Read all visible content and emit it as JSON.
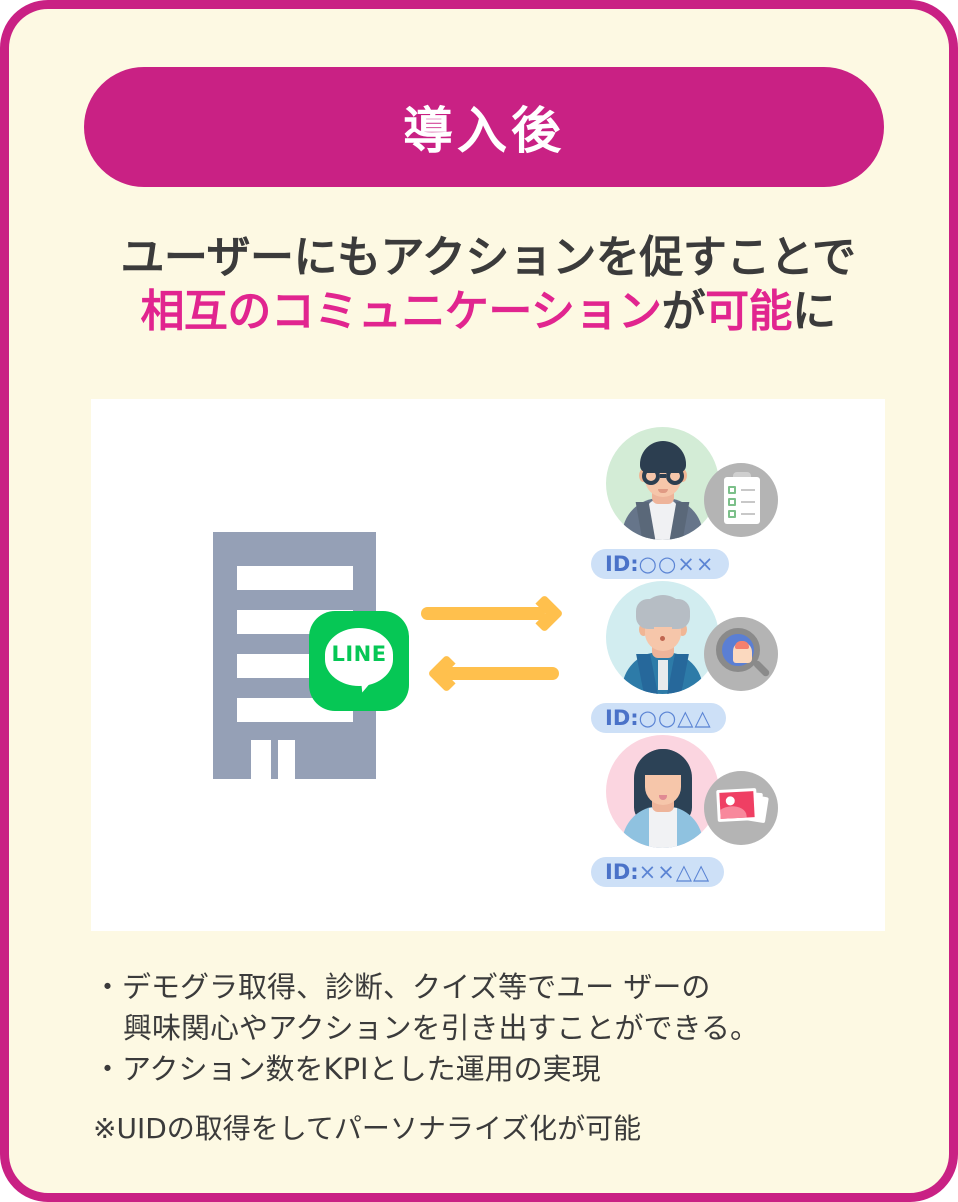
{
  "card": {
    "border_color": "#c92184",
    "background_color": "#fdf9e3"
  },
  "header": {
    "pill_label": "導入後",
    "pill_color": "#c92184",
    "pill_text_color": "#ffffff"
  },
  "heading": {
    "accent_color": "#e1258f",
    "base_color": "#3b3b3b",
    "line1": "ユーザーにもアクションを促すことで",
    "line2_parts": [
      {
        "text": "相互のコミュニケーション",
        "accent": true
      },
      {
        "text": "が",
        "accent": false
      },
      {
        "text": "可能",
        "accent": true
      },
      {
        "text": "に",
        "accent": false
      }
    ]
  },
  "illustration": {
    "company": {
      "label": "company-building",
      "color": "#95a0b6",
      "app_badge": {
        "name": "LINE",
        "color": "#06c755",
        "text_color": "#ffffff"
      }
    },
    "arrows": {
      "color": "#ffc04d",
      "directions": [
        "right",
        "left"
      ]
    },
    "people": [
      {
        "avatar_name": "man-with-glasses-avatar",
        "avatar_bg": "#d3ecd6",
        "badge_icon": "clipboard-checklist-icon",
        "id_label_prefix": "ID:",
        "id_label_code": "○○××",
        "id_pill_color": "#cde0f7",
        "id_text_color": "#4a72c8"
      },
      {
        "avatar_name": "senior-man-avatar",
        "avatar_bg": "#d2edf0",
        "badge_icon": "magnifier-brain-icon",
        "id_label_prefix": "ID:",
        "id_label_code": "○○△△",
        "id_pill_color": "#cde0f7",
        "id_text_color": "#4a72c8"
      },
      {
        "avatar_name": "woman-avatar",
        "avatar_bg": "#fbd5e0",
        "badge_icon": "photo-stack-icon",
        "id_label_prefix": "ID:",
        "id_label_code": "××△△",
        "id_pill_color": "#cde0f7",
        "id_text_color": "#4a72c8"
      }
    ]
  },
  "body": {
    "bullets": [
      "・デモグラ取得、診断、クイズ等でユー ザーの",
      "興味関心やアクションを引き出すことができる。",
      "・アクション数をKPIとした運用の実現"
    ],
    "note": "※UIDの取得をしてパーソナライズ化が可能"
  }
}
